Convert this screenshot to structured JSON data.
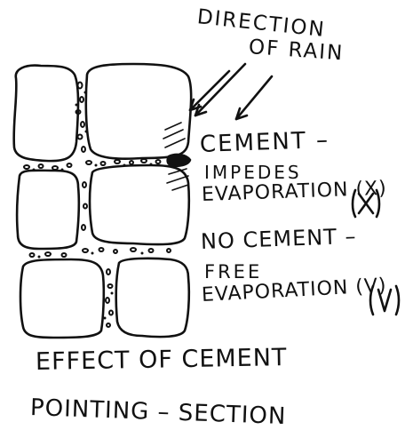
{
  "labels": {
    "direction_line1": "DIRECTION",
    "direction_line2": "OF RAIN",
    "cement_line1": "CEMENT –",
    "cement_line2": "IMPEDES",
    "cement_line3": "EVAPORATION (X)",
    "nocement_line1": "NO CEMENT –",
    "nocement_line2": "FREE",
    "nocement_line3": "EVAPORATION (V)",
    "title_line1": "EFFECT OF CEMENT",
    "title_line2": "POINTING – SECTION"
  },
  "colors": {
    "ink": "#111111",
    "background": "#ffffff"
  }
}
